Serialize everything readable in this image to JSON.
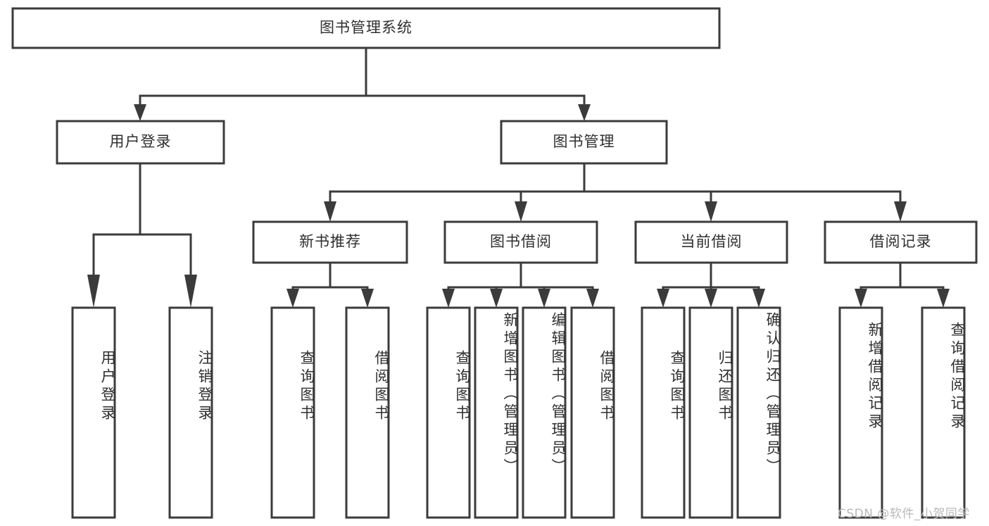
{
  "diagram": {
    "title": "图书管理系统",
    "type": "tree",
    "watermark": "CSDN @软件_小贺同学",
    "colors": {
      "stroke": "#3b3b3b",
      "fill": "#ffffff",
      "text": "#2f2f2f",
      "watermark": "#b9b9b9"
    },
    "nodes": {
      "root": {
        "label": "图书管理系统",
        "orientation": "horizontal"
      },
      "level2": [
        {
          "label": "用户登录",
          "orientation": "horizontal"
        },
        {
          "label": "图书管理",
          "orientation": "horizontal"
        }
      ],
      "level3": [
        {
          "label": "新书推荐",
          "orientation": "horizontal"
        },
        {
          "label": "图书借阅",
          "orientation": "horizontal"
        },
        {
          "label": "当前借阅",
          "orientation": "horizontal"
        },
        {
          "label": "借阅记录",
          "orientation": "horizontal"
        }
      ],
      "leaves": {
        "user_login": [
          {
            "label": "用户登录",
            "orientation": "vertical"
          },
          {
            "label": "注销登录",
            "orientation": "vertical"
          }
        ],
        "new_book_recommend": [
          {
            "label": "查询图书",
            "orientation": "vertical"
          },
          {
            "label": "借阅图书",
            "orientation": "vertical"
          }
        ],
        "book_borrow": [
          {
            "label": "查询图书",
            "orientation": "vertical"
          },
          {
            "label": "新增图书（管理员）",
            "orientation": "vertical"
          },
          {
            "label": "编辑图书（管理员）",
            "orientation": "vertical"
          },
          {
            "label": "借阅图书",
            "orientation": "vertical"
          }
        ],
        "current_borrow": [
          {
            "label": "查询图书",
            "orientation": "vertical"
          },
          {
            "label": "归还图书",
            "orientation": "vertical"
          },
          {
            "label": "确认归还（管理员）",
            "orientation": "vertical"
          }
        ],
        "borrow_record": [
          {
            "label": "新增借阅记录",
            "orientation": "vertical"
          },
          {
            "label": "查询借阅记录",
            "orientation": "vertical"
          }
        ]
      }
    }
  }
}
